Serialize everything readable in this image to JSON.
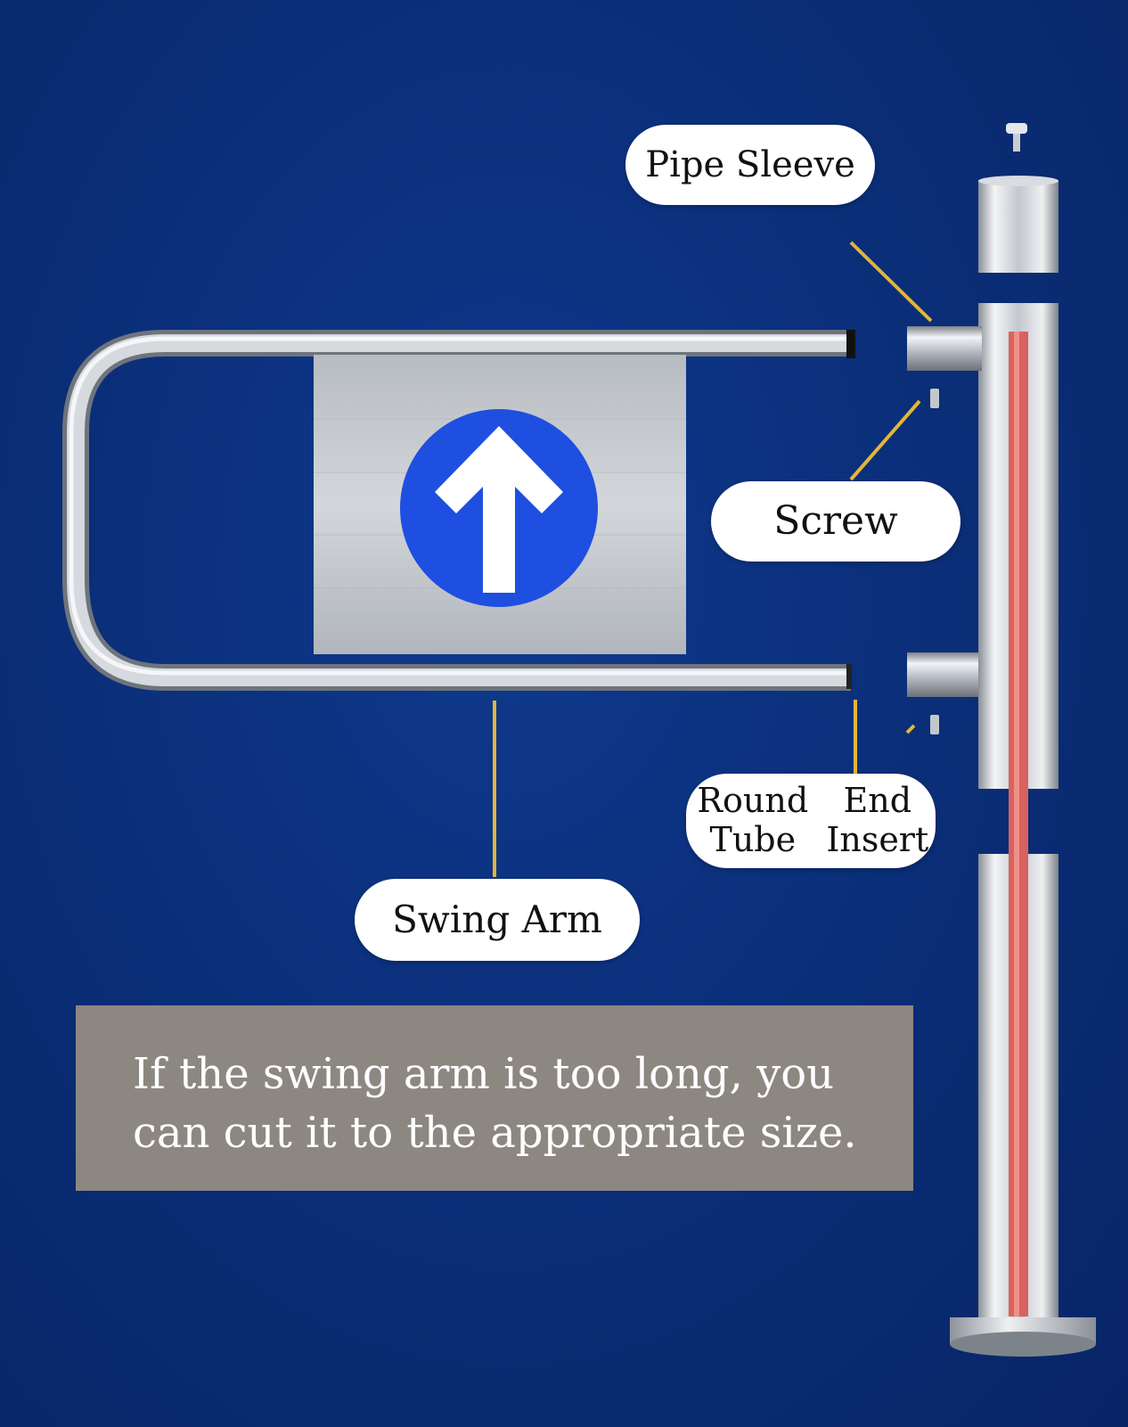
{
  "labels": {
    "pipe_sleeve": "Pipe Sleeve",
    "screw": "Screw",
    "round_tube_line1": "Round Tube",
    "round_tube_line2": "End Insert",
    "swing_arm": "Swing Arm"
  },
  "note": {
    "text": "If the swing arm is too long, you can cut it to the appropriate size."
  },
  "colors": {
    "background": "#0b2f7a",
    "leader_lines": "#e3b53a",
    "sign_circle": "#1f4fe0",
    "stainless": "#c7cbd1",
    "red_strip": "#d9625e",
    "note_box": "#8d8782"
  },
  "icons": {
    "sign": "up-arrow-icon"
  }
}
